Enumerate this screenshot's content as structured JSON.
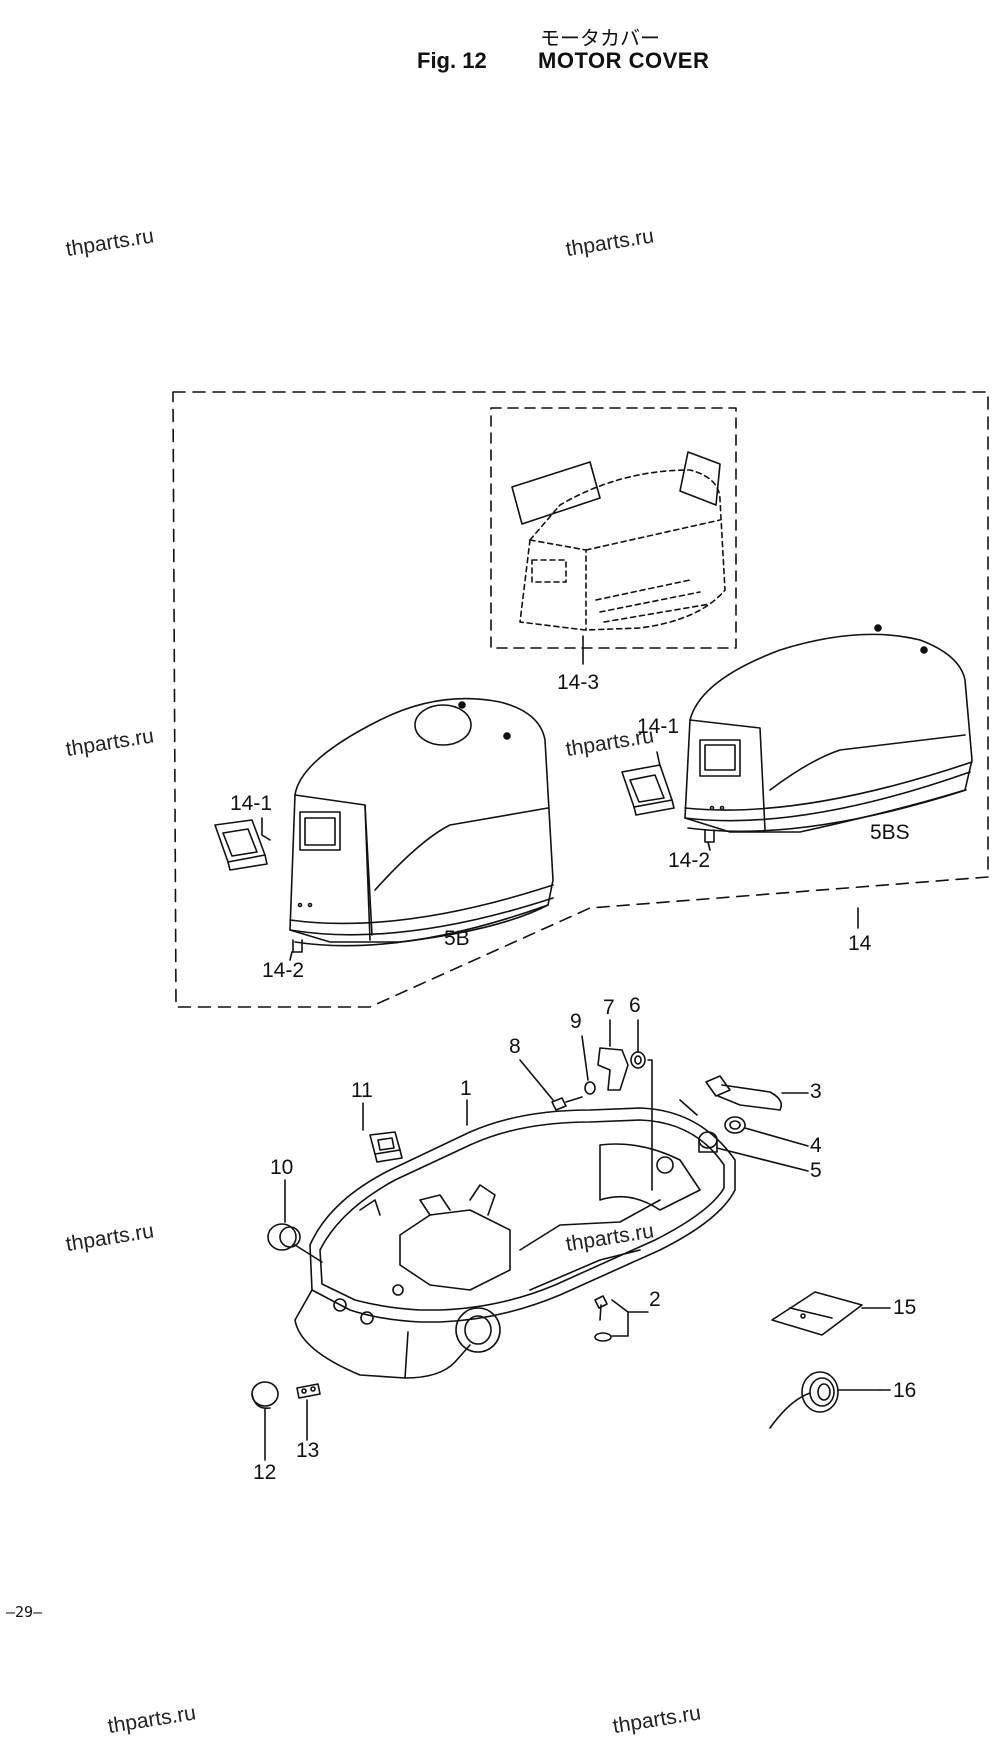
{
  "header": {
    "title_jp": "モータカバー",
    "fig_label": "Fig. 12",
    "title": "MOTOR COVER"
  },
  "watermark": "thparts.ru",
  "page_number": "—29—",
  "callouts": {
    "c14_3": "14-3",
    "c14_1a": "14-1",
    "c14_1b": "14-1",
    "c14_2a": "14-2",
    "c14_2b": "14-2",
    "c5b": "5B",
    "c5bs": "5BS",
    "c14": "14",
    "c1": "1",
    "c2": "2",
    "c3": "3",
    "c4": "4",
    "c5": "5",
    "c6": "6",
    "c7": "7",
    "c8": "8",
    "c9": "9",
    "c10": "10",
    "c11": "11",
    "c12": "12",
    "c13": "13",
    "c15": "15",
    "c16": "16"
  }
}
